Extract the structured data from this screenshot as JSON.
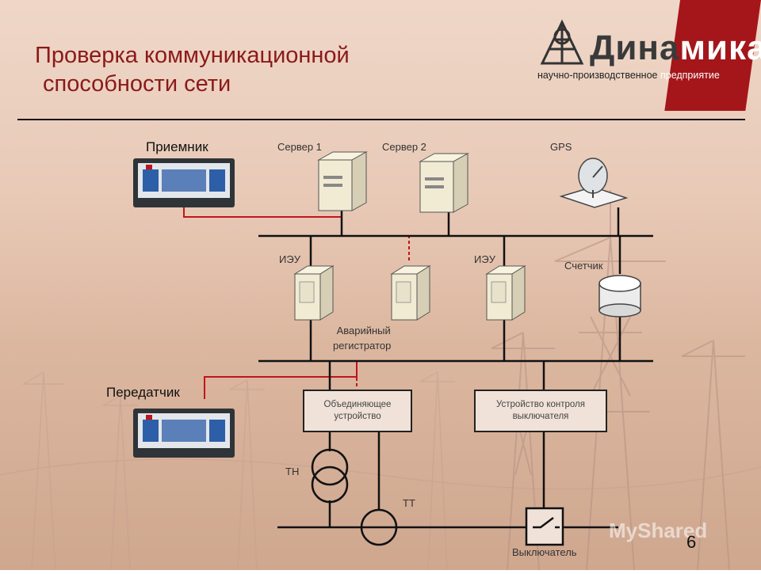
{
  "slide": {
    "title_line1": "Проверка коммуникационной",
    "title_line2": "способности сети",
    "page_number": "6"
  },
  "logo": {
    "word_part1": "Дина",
    "word_part2": "мика",
    "subtitle_part1": "научно-производственное ",
    "subtitle_part2": "предприятие"
  },
  "labels": {
    "receiver": "Приемник",
    "transmitter": "Передатчик",
    "server1": "Сервер 1",
    "server2": "Сервер 2",
    "gps": "GPS",
    "ied_left": "ИЭУ",
    "ied_right": "ИЭУ",
    "meter": "Счетчик",
    "recorder_line1": "Аварийный",
    "recorder_line2": "регистратор",
    "merging_unit_line1": "Объединяющее",
    "merging_unit_line2": "устройство",
    "breaker_control_line1": "Устройство контроля",
    "breaker_control_line2": "выключателя",
    "vt": "ТН",
    "ct": "ТТ",
    "breaker": "Выключатель"
  },
  "watermark": "MyShared",
  "colors": {
    "title": "#8b1a1a",
    "logo_red": "#a4161a",
    "link_red": "#c0151b",
    "bus": "#111111"
  }
}
